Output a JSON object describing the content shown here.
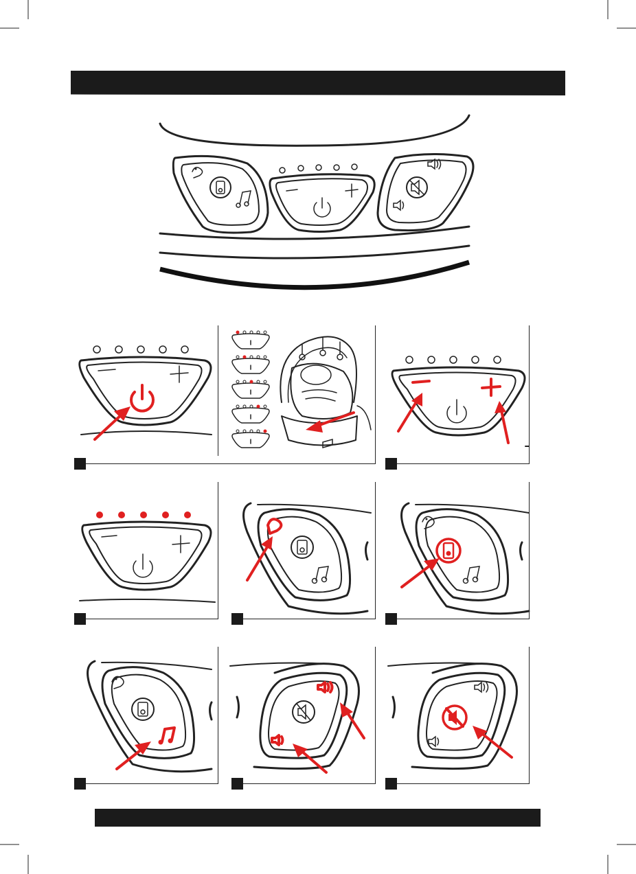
{
  "header_bar": {
    "text": ""
  },
  "footer_bar": {
    "text": ""
  },
  "colors": {
    "bar": "#1b1b1b",
    "accent": "#e02020",
    "line": "#222222"
  },
  "icons": {
    "control_panel": [
      "bird-icon",
      "phone-icon",
      "music-note-icon",
      "minus-icon",
      "plus-icon",
      "power-icon",
      "volume-up-icon",
      "mute-icon",
      "volume-down-icon"
    ],
    "arrows": "red-arrow-icon"
  },
  "steps": [
    {
      "highlight": "power-button"
    },
    {
      "highlight": "speed-indicator-leds"
    },
    {
      "highlight": "minus-plus-buttons"
    },
    {
      "highlight": "all-leds-lit"
    },
    {
      "highlight": "bird-sounds-button"
    },
    {
      "highlight": "phone-audio-button"
    },
    {
      "highlight": "music-button"
    },
    {
      "highlight": "volume-buttons"
    },
    {
      "highlight": "mute-button"
    }
  ]
}
